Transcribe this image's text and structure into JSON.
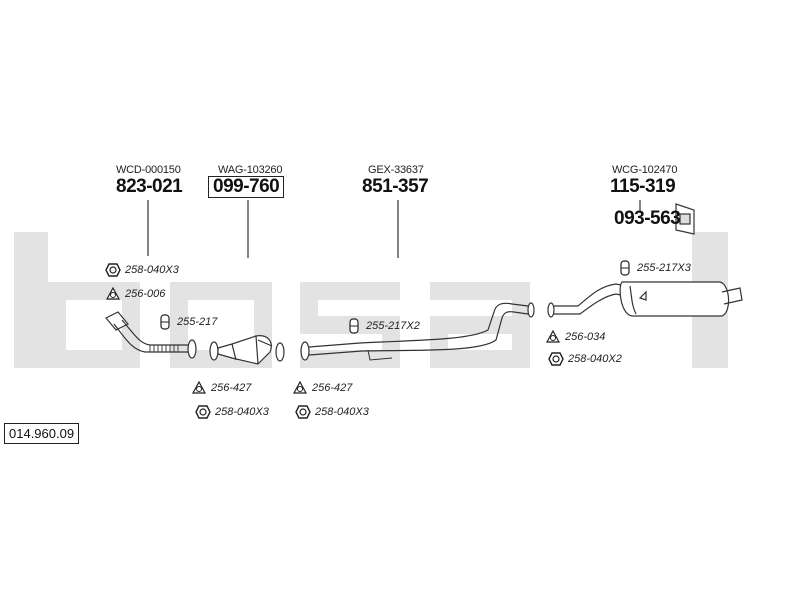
{
  "watermark": "bosal",
  "drawing_number": "014.960.09",
  "parts": [
    {
      "ref": "WCD-000150",
      "number": "823-021",
      "boxed": false
    },
    {
      "ref": "WAG-103260",
      "number": "099-760",
      "boxed": true
    },
    {
      "ref": "GEX-33637",
      "number": "851-357",
      "boxed": false
    },
    {
      "ref": "WCG-102470",
      "number": "115-319",
      "boxed": false
    }
  ],
  "extra_part": {
    "number": "093-563"
  },
  "fittings": [
    {
      "label": "258-040X3",
      "icon": "nut-icon"
    },
    {
      "label": "256-006",
      "icon": "gasket-icon"
    },
    {
      "label": "255-217",
      "icon": "clamp-icon"
    },
    {
      "label": "256-427",
      "icon": "gasket-icon"
    },
    {
      "label": "258-040X3",
      "icon": "nut-icon"
    },
    {
      "label": "256-427",
      "icon": "gasket-icon"
    },
    {
      "label": "258-040X3",
      "icon": "nut-icon"
    },
    {
      "label": "255-217X2",
      "icon": "clamp-icon"
    },
    {
      "label": "255-217X3",
      "icon": "clamp-icon"
    },
    {
      "label": "256-034",
      "icon": "gasket-icon"
    },
    {
      "label": "258-040X2",
      "icon": "nut-icon"
    }
  ]
}
